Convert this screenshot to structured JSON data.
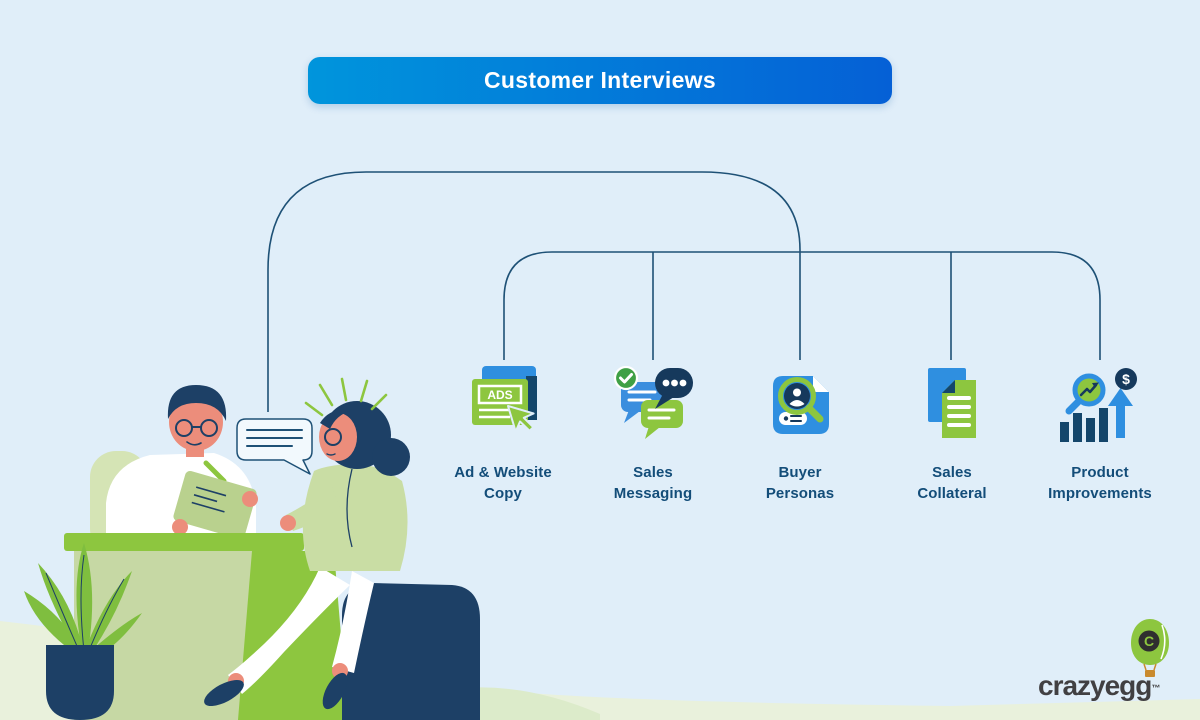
{
  "title": {
    "label": "Customer Interviews"
  },
  "branches": [
    {
      "name": "ad-website-copy",
      "line1": "Ad & Website",
      "line2": "Copy"
    },
    {
      "name": "sales-messaging",
      "line1": "Sales",
      "line2": "Messaging"
    },
    {
      "name": "buyer-personas",
      "line1": "Buyer",
      "line2": "Personas"
    },
    {
      "name": "sales-collateral",
      "line1": "Sales",
      "line2": "Collateral"
    },
    {
      "name": "product-improvements",
      "line1": "Product",
      "line2": "Improvements"
    }
  ],
  "icons": {
    "ads_label": "ADS",
    "dollar_sign": "$"
  },
  "logo": {
    "text": "crazyegg",
    "tm": "™",
    "monogram": "C"
  },
  "colors": {
    "background": "#e0eef9",
    "accent_green": "#8dc63f",
    "accent_blue": "#2f8fe0",
    "navy": "#16395c",
    "connector_line": "#1e5176",
    "label_text": "#134d79",
    "title_gradient_start": "#0095dc",
    "title_gradient_end": "#0560d6",
    "ground_green": "#e9f1dc"
  }
}
